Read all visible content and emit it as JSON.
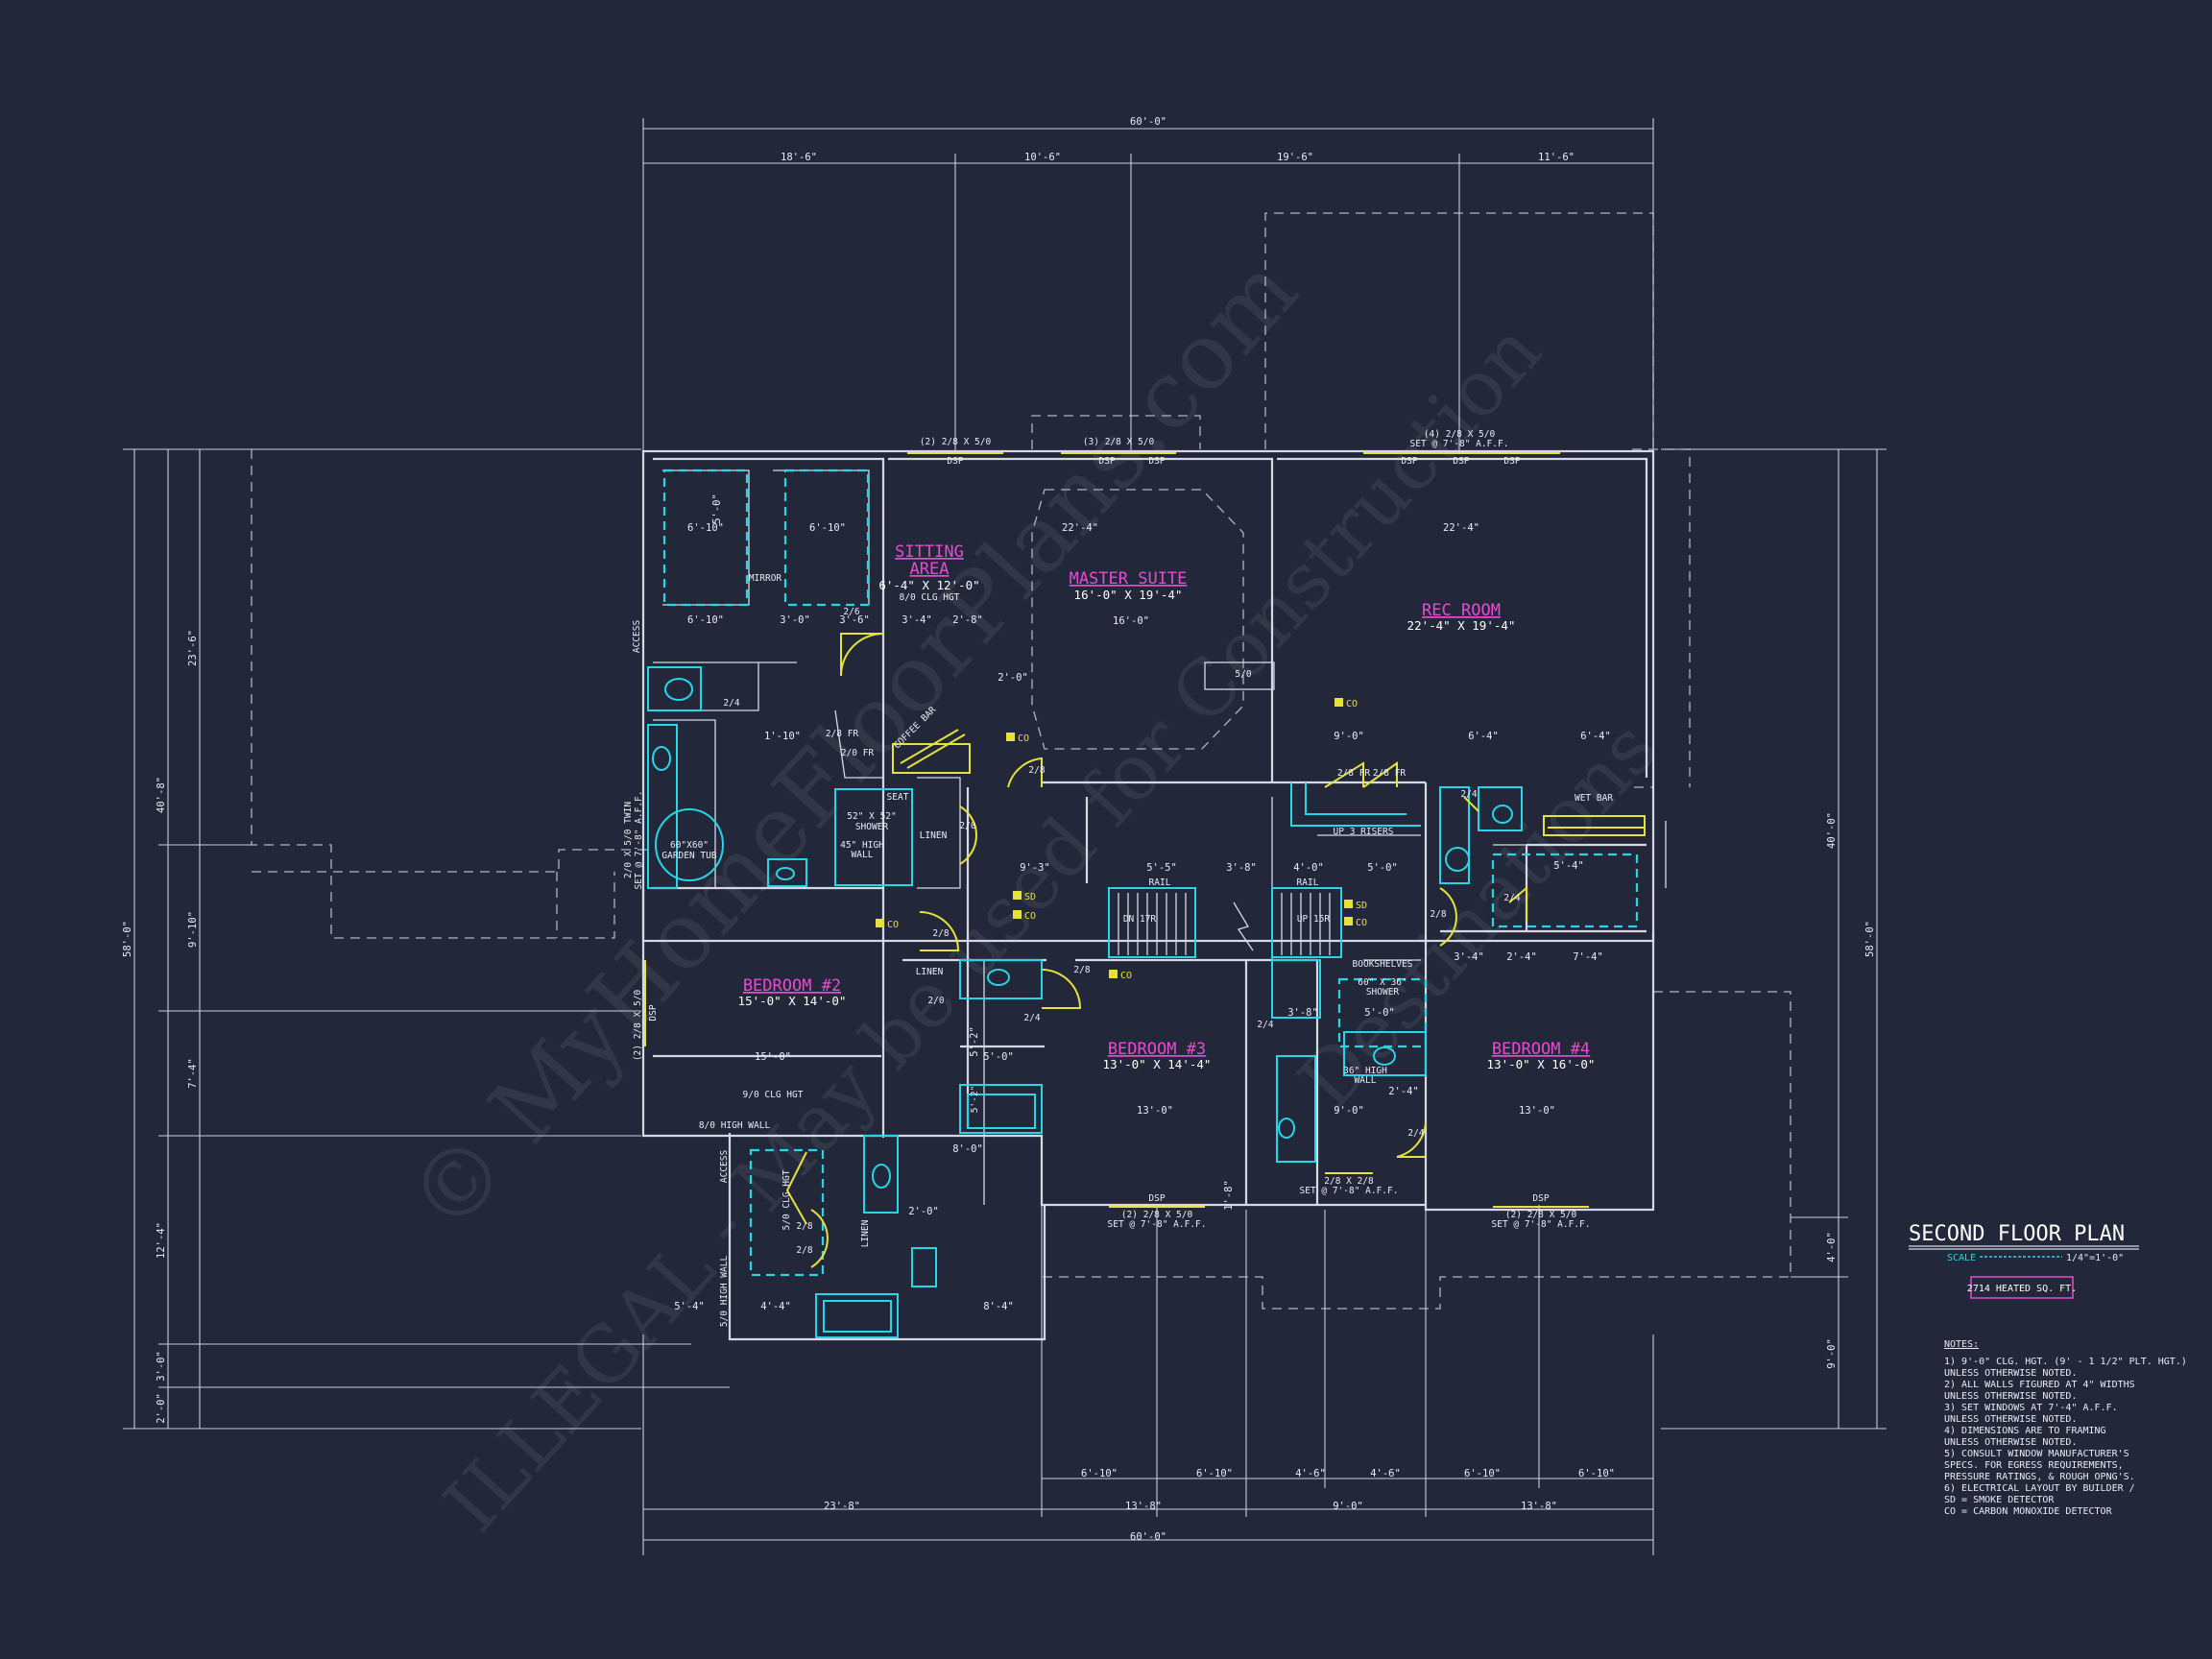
{
  "title": {
    "plan_name": "SECOND FLOOR PLAN",
    "scale_label": "SCALE",
    "scale_value": "1/4\"=1'-0\"",
    "heated_area": "2714 HEATED SQ. FT."
  },
  "rooms": [
    {
      "name": "SITTING",
      "name2": "AREA",
      "size": "6'-4\" X 12'-0\"",
      "note": "8/0 CLG HGT"
    },
    {
      "name": "MASTER SUITE",
      "size": "16'-0\" X 19'-4\""
    },
    {
      "name": "REC ROOM",
      "size": "22'-4\" X 19'-4\""
    },
    {
      "name": "BEDROOM #2",
      "size": "15'-0\" X 14'-0\""
    },
    {
      "name": "BEDROOM #3",
      "size": "13'-0\" X 14'-4\""
    },
    {
      "name": "BEDROOM #4",
      "size": "13'-0\" X 16'-0\""
    }
  ],
  "dims": {
    "top_overall": "60'-0\"",
    "top_segments": [
      "18'-6\"",
      "10'-6\"",
      "19'-6\"",
      "11'-6\""
    ],
    "bottom_overall": "60'-0\"",
    "bottom_segments": [
      "23'-8\"",
      "13'-8\"",
      "9'-0\"",
      "13'-8\""
    ],
    "bottom_inner": [
      "6'-10\"",
      "6'-10\"",
      "4'-6\"",
      "4'-6\"",
      "6'-10\"",
      "6'-10\""
    ],
    "left_overall": "58'-0\"",
    "left_upper": "40'-8\"",
    "left_segments": [
      "23'-6\"",
      "9'-10\"",
      "7'-4\"",
      "12'-4\"",
      "3'-0\"",
      "2'-0\""
    ],
    "right_overall": "58'-0\"",
    "right_segments": [
      "40'-0\"",
      "4'-0\"",
      "9'-0\""
    ],
    "interior": [
      "6'-10\"",
      "6'-10\"",
      "6'-10\"",
      "5'-0\"",
      "3'-0\"",
      "3'-6\"",
      "3'-4\"",
      "2'-8\"",
      "2'-0\"",
      "1'-10\"",
      "22'-4\"",
      "16'-0\"",
      "22'-4\"",
      "9'-0\"",
      "6'-4\"",
      "6'-4\"",
      "9'-3\"",
      "5'-5\"",
      "3'-8\"",
      "4'-0\"",
      "5'-0\"",
      "5'-4\"",
      "15'-0\"",
      "13'-0\"",
      "13'-0\"",
      "9'-0\"",
      "8'-0\"",
      "5'-0\"",
      "5'-4\"",
      "4'-4\"",
      "8'-4\"",
      "7'-4\"",
      "2'-4\"",
      "3'-4\"",
      "3'-8\"",
      "5'-0\"",
      "2'-4\"",
      "1'-8\"",
      "2'-0\"",
      "5'-2\""
    ]
  },
  "labels": {
    "mirror": "MIRROR",
    "access1": "ACCESS",
    "access2": "ACCESS",
    "tub": "60\"X60\"",
    "tub2": "GARDEN TUB",
    "twin": "2/0 X 5/0 TWIN",
    "twin2": "SET @ 7'-8\" A.F.F.",
    "coffee_bar": "COFFEE BAR",
    "seat": "SEAT",
    "shower1": "52\" X 52\"",
    "shower1b": "SHOWER",
    "highwall1": "45\" HIGH",
    "highwall1b": "WALL",
    "linen1": "LINEN",
    "linen2": "LINEN",
    "linen3": "LINEN",
    "up_risers": "UP 3 RISERS",
    "wet_bar": "WET BAR",
    "rail1": "RAIL",
    "rail2": "RAIL",
    "dn": "DN 17R",
    "up": "UP 15R",
    "bookshelves": "BOOKSHELVES",
    "shower2": "60\" X 36\"",
    "shower2b": "SHOWER",
    "highwall2": "36\" HIGH",
    "highwall2b": "WALL",
    "clg_b2": "9/0 CLG HGT",
    "highwall3": "8/0 HIGH WALL",
    "highwall4": "5/0 HIGH WALL",
    "clg_bath": "5/0 CLG HGT",
    "dsp": "DSP",
    "win_top1": "(2) 2/8 X 5/0",
    "win_top2": "(3) 2/8 X 5/0",
    "win_top3": "(4) 2/8 X 5/0",
    "win_top3b": "SET @ 7'-8\" A.F.F.",
    "win_b1": "(2) 2/8 X 5/0",
    "win_b1b": "SET @ 7'-8\" A.F.F.",
    "win_b2": "2/8 X 2/8",
    "win_b2b": "SET @ 7'-8\" A.F.F.",
    "win_b3": "(2) 2/8 X 5/0",
    "win_b3b": "SET @ 7'-8\" A.F.F.",
    "win_left": "(2) 2/8 X 5/0",
    "fr1": "2/0 FR",
    "fr2": "2/8 FR",
    "fr3": "2/8 FR",
    "fr4": "2/8 FR",
    "door_24": "2/4",
    "door_26": "2/6",
    "door_28": "2/8",
    "door_20": "2/0",
    "door_50": "5/0",
    "co": "CO",
    "sd": "SD",
    "dim_52": "5'-2\""
  },
  "notes": {
    "heading": "NOTES:",
    "lines": [
      "1) 9'-0\" CLG. HGT. (9' - 1 1/2\" PLT. HGT.)",
      "   UNLESS OTHERWISE NOTED.",
      "2) ALL WALLS FIGURED AT 4\" WIDTHS",
      "   UNLESS OTHERWISE NOTED.",
      "3) SET WINDOWS AT 7'-4\" A.F.F.",
      "   UNLESS OTHERWISE NOTED.",
      "4) DIMENSIONS ARE TO FRAMING",
      "   UNLESS OTHERWISE NOTED.",
      "5) CONSULT WINDOW MANUFACTURER'S",
      "   SPECS. FOR EGRESS REQUIREMENTS,",
      "   PRESSURE RATINGS, & ROUGH OPNG'S.",
      "6) ELECTRICAL LAYOUT BY BUILDER /",
      "   SD = SMOKE DETECTOR",
      "   CO = CARBON MONOXIDE DETECTOR"
    ]
  },
  "watermark": {
    "line1": "© MyHomeFloorPlans.com",
    "line2": "ILLEGAL - May be used for Construction",
    "line3": "Destinations"
  },
  "colors": {
    "background": "#222839",
    "walls": "#d5d9e6",
    "fixtures": "#27d5e8",
    "doors": "#e6e23a",
    "room_names": "#e84bd2"
  }
}
